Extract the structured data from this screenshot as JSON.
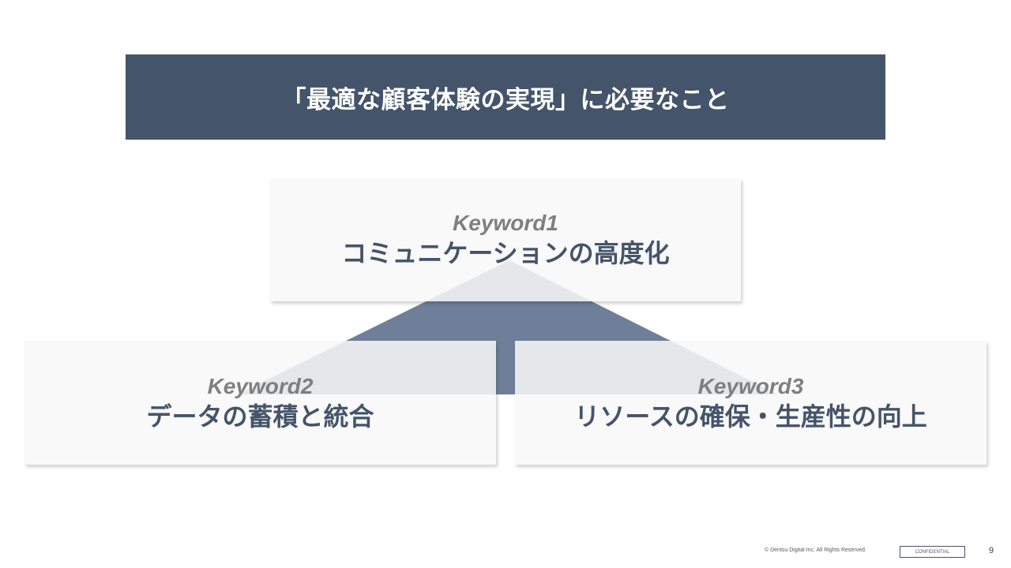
{
  "title": "「最適な顧客体験の実現」に必要なこと",
  "keywords": [
    {
      "label": "Keyword1",
      "phrase": "コミュニケーションの高度化"
    },
    {
      "label": "Keyword2",
      "phrase": "データの蓄積と統合"
    },
    {
      "label": "Keyword3",
      "phrase": "リソースの確保・生産性の向上"
    }
  ],
  "footer": {
    "copyright": "© Dentsu Digital Inc. All Rights Reserved.",
    "confidential": "CONFIDENTIAL",
    "page_number": "9"
  },
  "colors": {
    "primary": "#44546a",
    "connector": "#6f7f99",
    "keyword": "#7f7f7f"
  }
}
